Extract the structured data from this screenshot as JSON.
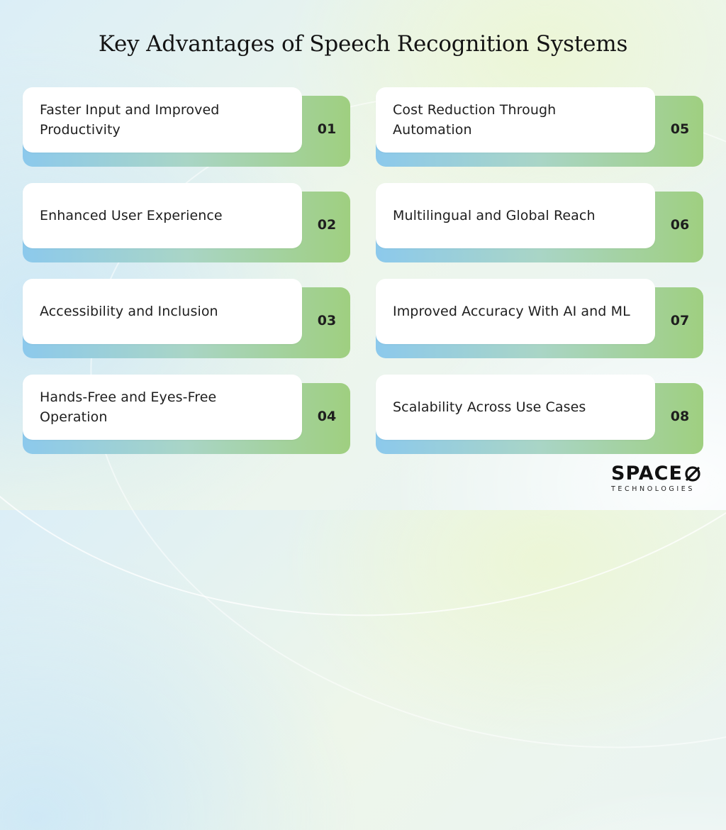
{
  "title": "Key Advantages of Speech Recognition Systems",
  "items": [
    {
      "label": "Faster Input and Improved Productivity",
      "number": "01"
    },
    {
      "label": "Enhanced User Experience",
      "number": "02"
    },
    {
      "label": "Accessibility and Inclusion",
      "number": "03"
    },
    {
      "label": "Hands-Free and Eyes-Free Operation",
      "number": "04"
    },
    {
      "label": "Cost Reduction Through Automation",
      "number": "05"
    },
    {
      "label": "Multilingual and Global Reach",
      "number": "06"
    },
    {
      "label": "Improved Accuracy With AI and ML",
      "number": "07"
    },
    {
      "label": "Scalability Across Use Cases",
      "number": "08"
    }
  ],
  "logo": {
    "word": "SPACE",
    "sub": "TECHNOLOGIES",
    "icon": "slashed-circle-icon"
  },
  "colors": {
    "shadow_blue": "#8cc9ec",
    "shadow_green": "#9fcf80",
    "card": "#ffffff",
    "text": "#1e1e1e"
  }
}
